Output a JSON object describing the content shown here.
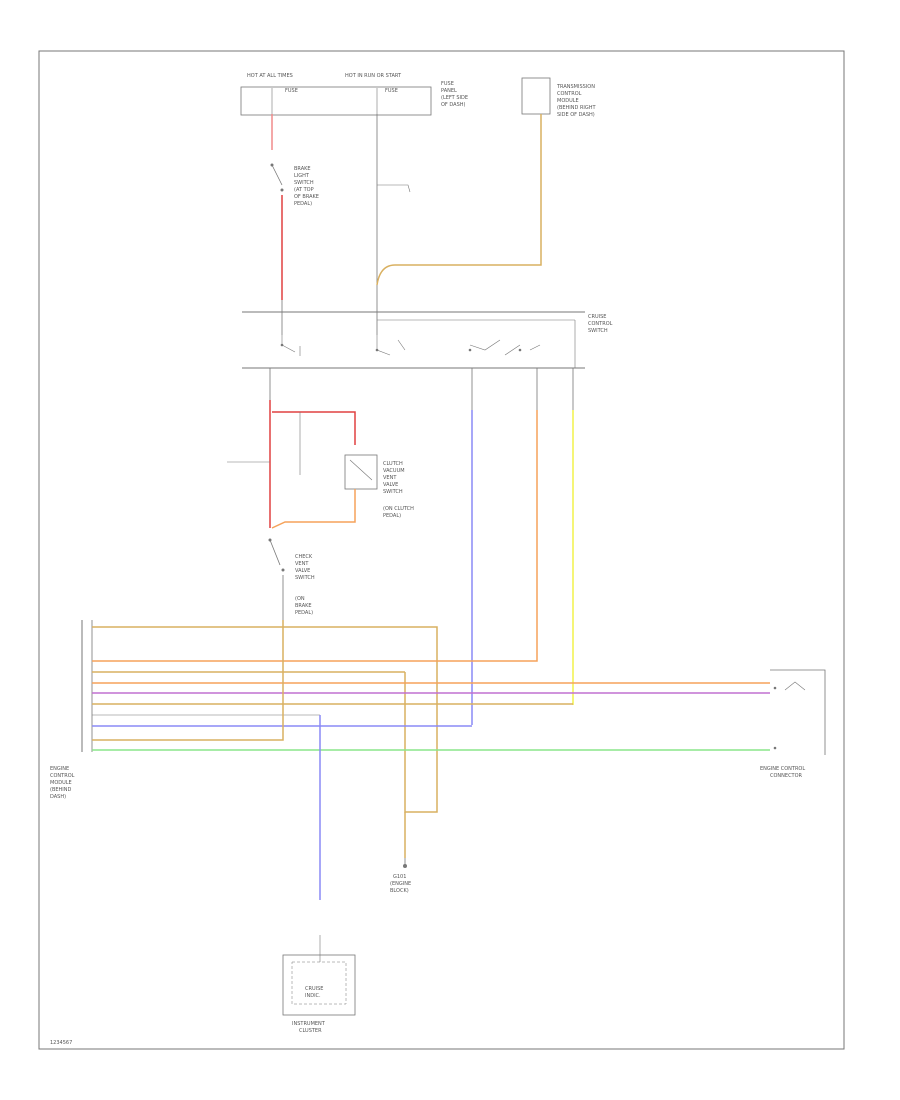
{
  "colors": {
    "black": "#666666",
    "pink": "#f08a8a",
    "red": "#e04040",
    "orange": "#f5a25a",
    "tan": "#d9b060",
    "yellow": "#f2f24a",
    "blue": "#8a8af5",
    "violet": "#c070d0",
    "green": "#8ae68a",
    "grid": "#777777"
  },
  "fuse_box": {
    "left_label": "HOT AT ALL TIMES",
    "right_label": "HOT IN RUN OR START",
    "fuse_a": "FUSE",
    "fuse_b": "FUSE",
    "caption": [
      "FUSE",
      "PANEL",
      "(LEFT SIDE",
      "OF DASH)"
    ]
  },
  "tcm": {
    "caption": [
      "TRANSMISSION",
      "CONTROL",
      "MODULE",
      "(BEHIND RIGHT",
      "SIDE OF DASH)"
    ]
  },
  "brake_switch": {
    "caption": [
      "BRAKE",
      "LIGHT",
      "SWITCH",
      "(AT TOP",
      "OF BRAKE",
      "PEDAL)"
    ]
  },
  "cruise_switch": {
    "caption": [
      "CRUISE",
      "CONTROL",
      "SWITCH"
    ]
  },
  "clutch_switch": {
    "caption": [
      "CLUTCH",
      "VACUUM",
      "VENT",
      "VALVE",
      "SWITCH",
      "(ON CLUTCH",
      "PEDAL)"
    ]
  },
  "check_switch": {
    "caption": [
      "CHECK",
      "VENT",
      "VALVE",
      "SWITCH",
      "(ON",
      "BRAKE",
      "PEDAL)"
    ]
  },
  "ecm": {
    "caption": [
      "ENGINE",
      "CONTROL",
      "MODULE",
      "(BEHIND",
      "DASH)"
    ]
  },
  "connector": {
    "caption": [
      "ENGINE CONTROL",
      "CONNECTOR"
    ]
  },
  "ground": {
    "caption": [
      "G101",
      "(ENGINE",
      "BLOCK)"
    ]
  },
  "instrument": {
    "inner": [
      "CRUISE",
      "INDIC."
    ],
    "caption": [
      "INSTRUMENT",
      "CLUSTER"
    ]
  },
  "page_code": "1234567"
}
